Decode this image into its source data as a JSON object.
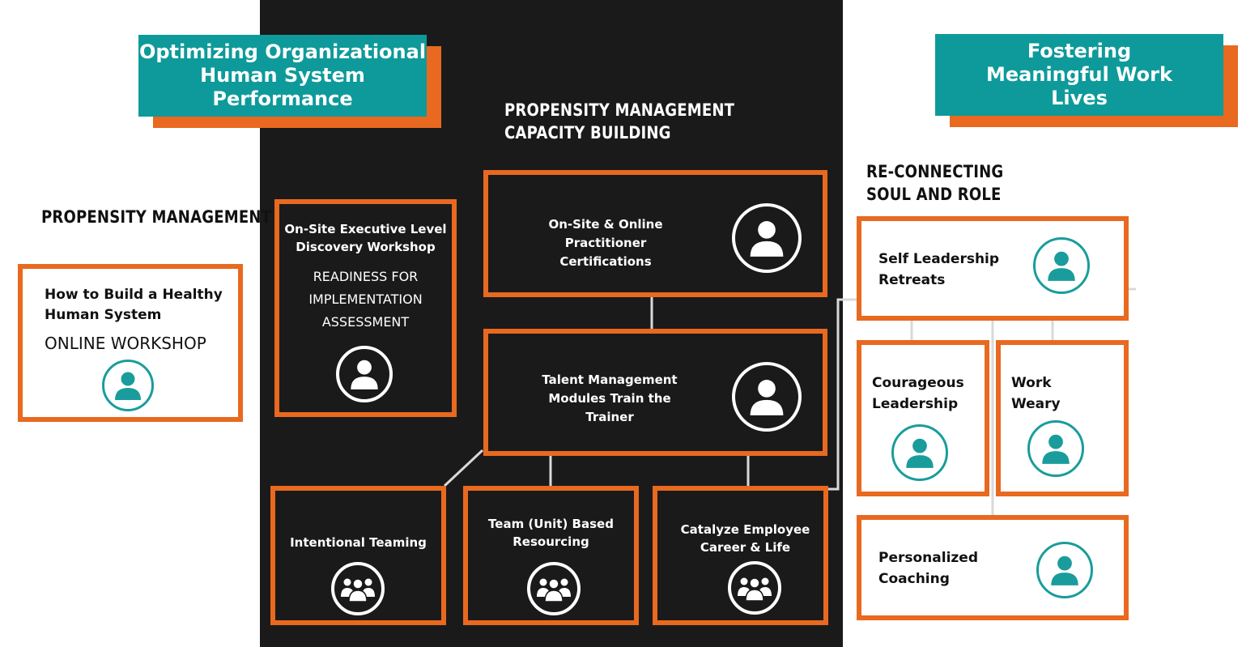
{
  "banners": {
    "left": "Optimizing Organizational Human System Performance",
    "right": "Fostering Meaningful Work Lives"
  },
  "headings": {
    "propensity_management": "PROPENSITY MANAGEMENT",
    "capacity_building_1": "PROPENSITY MANAGEMENT",
    "capacity_building_2": "CAPACITY BUILDING",
    "reconnecting_1": "RE-CONNECTING",
    "reconnecting_2": "SOUL AND ROLE"
  },
  "boxes": {
    "healthy_system": {
      "title_1": "How to Build a Healthy",
      "title_2": "Human System",
      "subtitle": "ONLINE WORKSHOP"
    },
    "executive_workshop": {
      "title_1": "On-Site Executive Level",
      "title_2": "Discovery Workshop",
      "sub_1": "READINESS FOR",
      "sub_2": "IMPLEMENTATION",
      "sub_3": "ASSESSMENT"
    },
    "certifications": {
      "line_1": "On-Site & Online",
      "line_2": "Practitioner",
      "line_3": "Certifications"
    },
    "talent_management": {
      "line_1": "Talent Management",
      "line_2": "Modules Train the",
      "line_3": "Trainer"
    },
    "intentional_teaming": {
      "line_1": "Intentional Teaming"
    },
    "team_resourcing": {
      "line_1": "Team (Unit) Based",
      "line_2": "Resourcing"
    },
    "catalyze_employee": {
      "line_1": "Catalyze Employee",
      "line_2": "Career & Life"
    },
    "self_leadership": {
      "line_1": "Self Leadership",
      "line_2": "Retreats"
    },
    "courageous_leadership": {
      "line_1": "Courageous",
      "line_2": "Leadership"
    },
    "work_weary": {
      "line_1": "Work",
      "line_2": "Weary"
    },
    "personalized_coaching": {
      "line_1": "Personalized",
      "line_2": "Coaching"
    }
  },
  "icons": {
    "person": "person-icon",
    "group": "group-icon"
  },
  "colors": {
    "accent_orange": "#e8691f",
    "teal": "#0e9a9a",
    "dark_panel": "#1b1a1a",
    "icon_teal": "#1a9c9c"
  }
}
